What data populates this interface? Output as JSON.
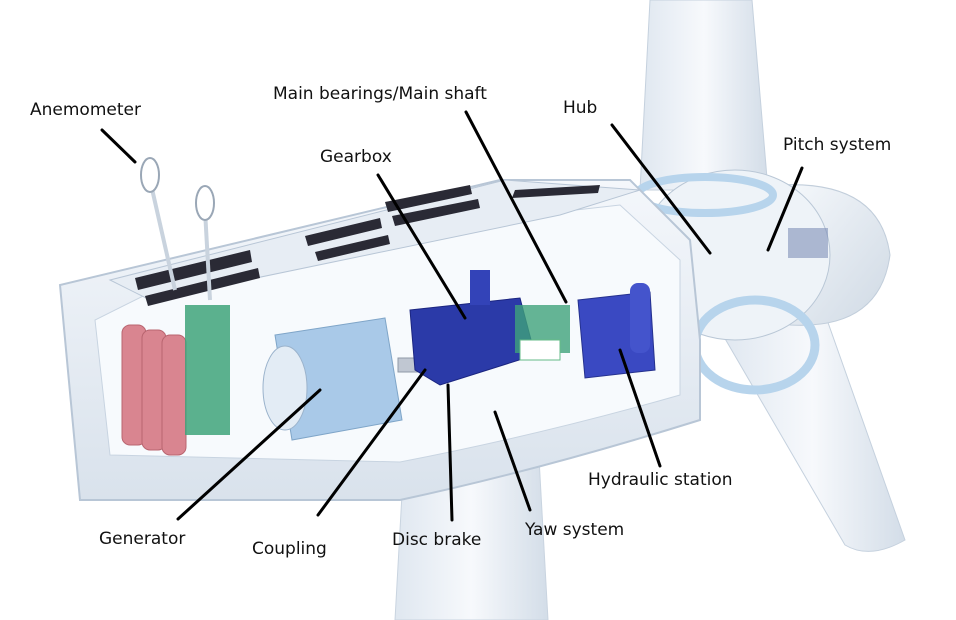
{
  "labels": {
    "anemometer": "Anemometer",
    "main_bearings": "Main bearings/Main shaft",
    "hub": "Hub",
    "pitch_system": "Pitch system",
    "gearbox": "Gearbox",
    "generator": "Generator",
    "coupling": "Coupling",
    "disc_brake": "Disc brake",
    "yaw_system": "Yaw system",
    "hydraulic_station": "Hydraulic station"
  },
  "colors": {
    "nacelle_shell": "#eef3f8",
    "shell_edge": "#b8c6d6",
    "gearbox": "#2b3aa8",
    "generator": "#a9c9e8",
    "transformer": "#d98590",
    "hydraulic": "#3a49c2",
    "green_parts": "#3fa37a",
    "roof_vents": "#2a2a35",
    "hub_ring": "#b7d4ec"
  }
}
